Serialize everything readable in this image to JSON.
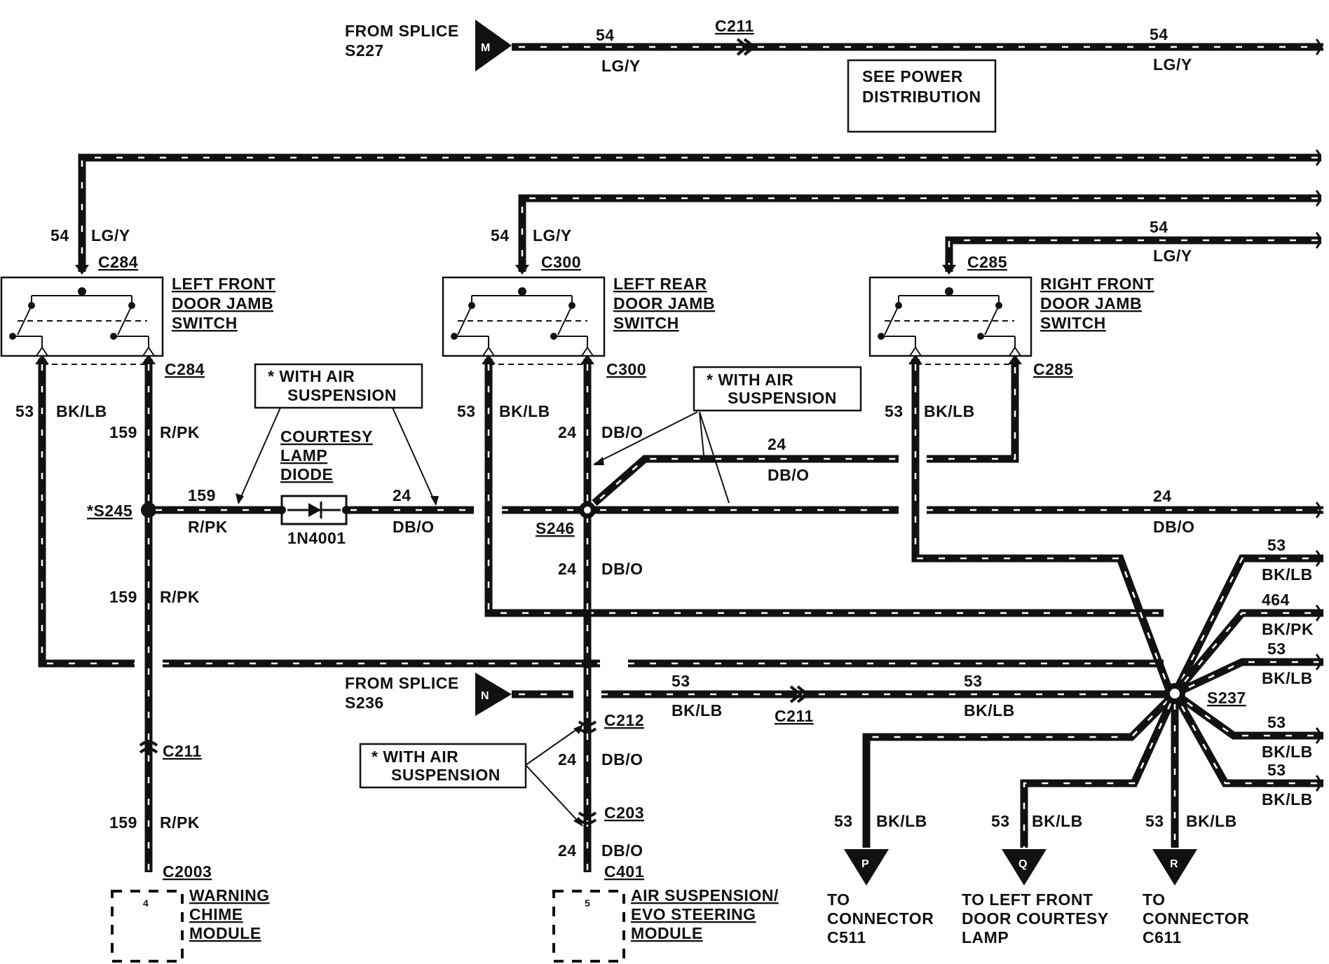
{
  "top": {
    "from_splice_m": {
      "line1": "FROM SPLICE",
      "line2": "S227",
      "letter": "M"
    },
    "wire_num_left": "54",
    "wire_color_left": "LG/Y",
    "connector": "C211",
    "wire_num_right": "54",
    "wire_color_right": "LG/Y",
    "note_line1": "SEE POWER",
    "note_line2": "DISTRIBUTION"
  },
  "switches": {
    "left_front": {
      "connector": "C284",
      "wire_num": "54",
      "wire_color": "LG/Y",
      "line1": "LEFT FRONT",
      "line2": "DOOR JAMB",
      "line3": "SWITCH",
      "bottom_connector": "C284"
    },
    "left_rear": {
      "connector": "C300",
      "wire_num": "54",
      "wire_color": "LG/Y",
      "line1": "LEFT REAR",
      "line2": "DOOR JAMB",
      "line3": "SWITCH",
      "bottom_connector": "C300"
    },
    "right_front": {
      "connector": "C285",
      "wire_num": "54",
      "wire_color": "LG/Y",
      "line1": "RIGHT FRONT",
      "line2": "DOOR JAMB",
      "line3": "SWITCH",
      "bottom_connector": "C285"
    }
  },
  "wires": {
    "lf_53": "53",
    "lf_53_color": "BK/LB",
    "lf_159": "159",
    "lf_159_color": "R/PK",
    "lr_53": "53",
    "lr_53_color": "BK/LB",
    "lr_24": "24",
    "lr_24_color": "DB/O",
    "rf_53": "53",
    "rf_53_color": "BK/LB",
    "mid_24": "24",
    "mid_24_color": "DB/O",
    "h159": "159",
    "h159_color": "R/PK",
    "h24": "24",
    "h24_color": "DB/O",
    "right_24": "24",
    "right_24_color": "DB/O",
    "v159b": "159",
    "v159b_color": "R/PK",
    "v24b": "24",
    "v24b_color": "DB/O",
    "v159c": "159",
    "v159c_color": "R/PK",
    "v24c": "24",
    "v24c_color": "DB/O",
    "v24d": "24",
    "v24d_color": "DB/O",
    "n53a": "53",
    "n53a_color": "BK/LB",
    "n53b": "53",
    "n53b_color": "BK/LB"
  },
  "splices": {
    "s245": "*S245",
    "s246": "S246",
    "s237": "S237"
  },
  "notes": {
    "air1_line1": "* WITH AIR",
    "air1_line2": "SUSPENSION",
    "air2_line1": "* WITH AIR",
    "air2_line2": "SUSPENSION",
    "air3_line1": "* WITH AIR",
    "air3_line2": "SUSPENSION"
  },
  "diode": {
    "line1": "COURTESY",
    "line2": "LAMP",
    "line3": "DIODE",
    "part": "1N4001"
  },
  "from_splice_n": {
    "line1": "FROM SPLICE",
    "line2": "S236",
    "letter": "N",
    "connector": "C211"
  },
  "connectors": {
    "c211_left": "C211",
    "c2003": "C2003",
    "c212": "C212",
    "c203": "C203",
    "c401": "C401"
  },
  "modules": {
    "chime": {
      "pin": "4",
      "line1": "WARNING",
      "line2": "CHIME",
      "line3": "MODULE"
    },
    "air": {
      "pin": "5",
      "line1": "AIR SUSPENSION/",
      "line2": "EVO STEERING",
      "line3": "MODULE"
    }
  },
  "s237_branches": [
    {
      "num": "53",
      "color": "BK/LB"
    },
    {
      "num": "464",
      "color": "BK/PK"
    },
    {
      "num": "53",
      "color": "BK/LB"
    },
    {
      "num": "53",
      "color": "BK/LB"
    },
    {
      "num": "53",
      "color": "BK/LB"
    }
  ],
  "outputs": {
    "p": {
      "letter": "P",
      "num": "53",
      "color": "BK/LB",
      "line1": "TO",
      "line2": "CONNECTOR",
      "line3": "C511"
    },
    "q": {
      "letter": "Q",
      "num": "53",
      "color": "BK/LB",
      "line1": "TO LEFT FRONT",
      "line2": "DOOR COURTESY",
      "line3": "LAMP"
    },
    "r": {
      "letter": "R",
      "num": "53",
      "color": "BK/LB",
      "line1": "TO",
      "line2": "CONNECTOR",
      "line3": "C611"
    }
  }
}
